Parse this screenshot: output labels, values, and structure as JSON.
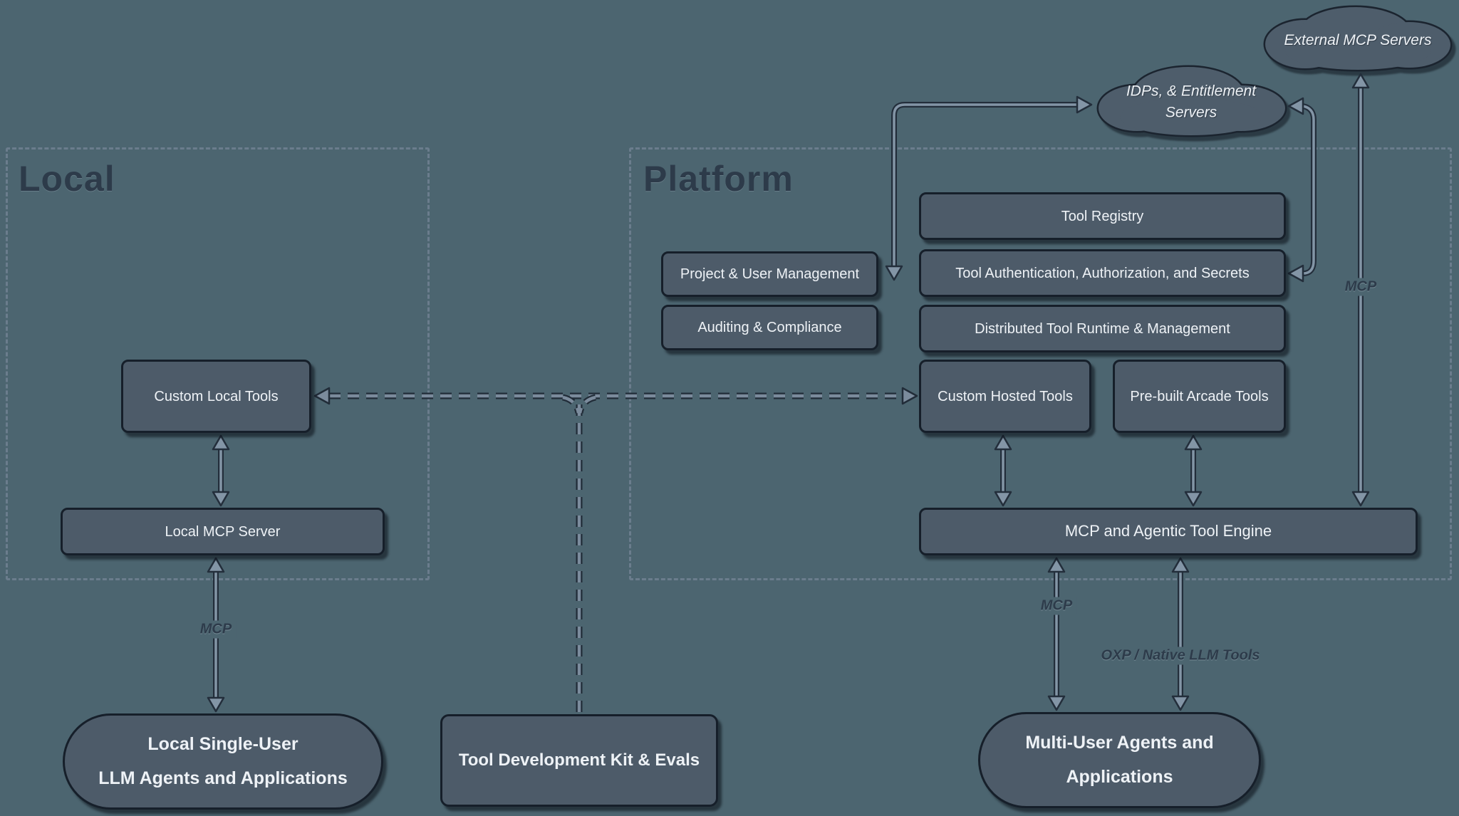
{
  "palette": {
    "background": "#4c6570",
    "node_fill": "#4d5b69",
    "node_border": "#161f2a",
    "connector_light": "#8395a6",
    "connector_dark": "#232e3b",
    "text_light": "#eef2f6",
    "text_dark": "#2d3b4a"
  },
  "containers": {
    "local": {
      "title": "Local"
    },
    "platform": {
      "title": "Platform"
    }
  },
  "clouds": {
    "external_mcp": {
      "label": "External MCP Servers"
    },
    "idp": {
      "label_line1": "IDPs, & Entitlement",
      "label_line2": "Servers"
    }
  },
  "nodes": {
    "custom_local_tools": {
      "label": "Custom Local Tools"
    },
    "local_mcp_server": {
      "label": "Local MCP Server"
    },
    "local_agents": {
      "label_line1": "Local Single-User",
      "label_line2": "LLM Agents and Applications"
    },
    "tdk": {
      "label": "Tool Development Kit & Evals"
    },
    "project_user_management": {
      "label": "Project & User Management"
    },
    "auditing_compliance": {
      "label": "Auditing & Compliance"
    },
    "tool_registry": {
      "label": "Tool Registry"
    },
    "tool_auth": {
      "label": "Tool Authentication, Authorization, and Secrets"
    },
    "distributed_runtime": {
      "label": "Distributed Tool Runtime & Management"
    },
    "custom_hosted_tools": {
      "label": "Custom Hosted Tools"
    },
    "prebuilt_arcade_tools": {
      "label": "Pre-built Arcade Tools"
    },
    "mcp_engine": {
      "label": "MCP and Agentic Tool Engine"
    },
    "multi_user_agents": {
      "label_line1": "Multi-User Agents and",
      "label_line2": "Applications"
    }
  },
  "edge_labels": {
    "mcp_local": "MCP",
    "mcp_external": "MCP",
    "mcp_multi_user": "MCP",
    "oxp_native": "OXP / Native LLM Tools"
  }
}
